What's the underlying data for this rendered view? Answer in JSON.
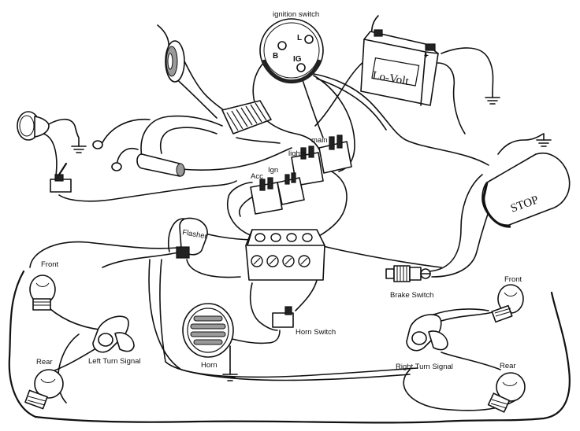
{
  "labels": {
    "ignition_switch": "ignition switch",
    "terminal_b": "B",
    "terminal_l": "L",
    "terminal_ig": "IG",
    "battery": "Lo-Volt",
    "battery_plus": "+",
    "stop": "STOP",
    "flasher": "Flasher",
    "main": "main",
    "lights": "lights",
    "ign": "Ign",
    "acc": "Acc",
    "front_left": "Front",
    "rear_left": "Rear",
    "left_turn_signal": "Left Turn Signal",
    "horn": "Horn",
    "horn_switch": "Horn Switch",
    "brake_switch": "Brake Switch",
    "front_right": "Front",
    "rear_right": "Rear",
    "right_turn_signal": "Right Turn Signal"
  }
}
